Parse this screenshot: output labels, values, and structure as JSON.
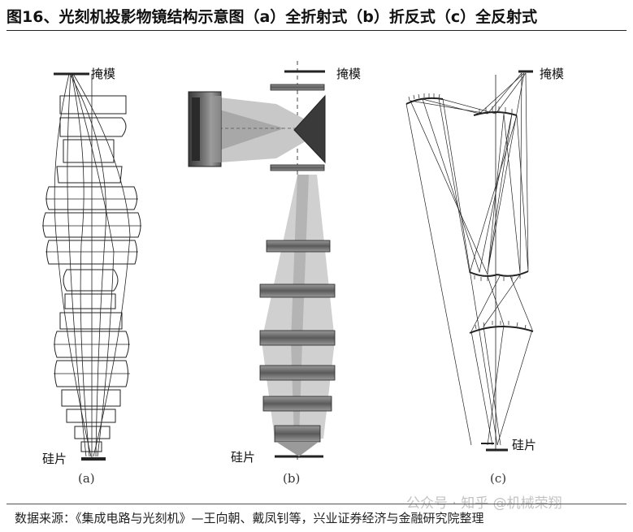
{
  "title": "图16、光刻机投影物镜结构示意图（a）全折射式（b）折反式（c）全反射式",
  "source": "数据来源：《集成电路与光刻机》—王向朝、戴凤钊等，兴业证券经济与金融研究院整理",
  "watermark": "公众号 · 知乎 @机械荣翔",
  "panels": {
    "a": {
      "caption": "(a)",
      "mask_label": "掩模",
      "wafer_label": "硅片"
    },
    "b": {
      "caption": "(b)",
      "mask_label": "掩模",
      "wafer_label": "硅片"
    },
    "c": {
      "caption": "(c)",
      "mask_label": "掩模",
      "wafer_label": "硅片"
    }
  },
  "colors": {
    "line": "#222222",
    "lens_dark": "#4a4a4a",
    "lens_mid": "#8c8c8c",
    "beam": "#c8c8c8"
  }
}
